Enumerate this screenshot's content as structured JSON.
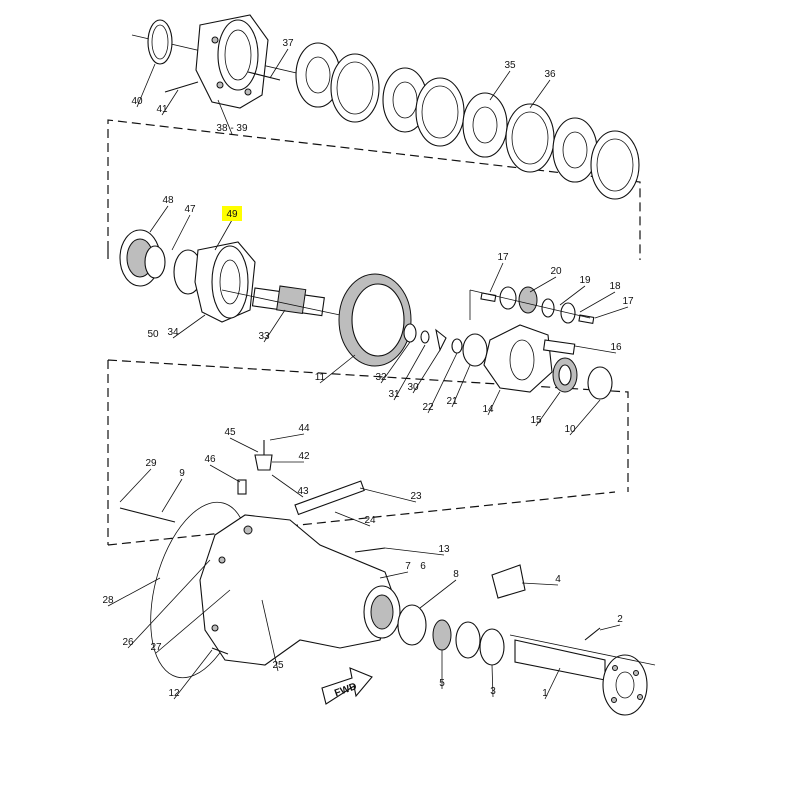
{
  "diagram": {
    "highlight_color": "#ffff00",
    "highlighted_callout": "49",
    "fwd_label": "FWD",
    "callouts": [
      {
        "id": "c1",
        "label": "1"
      },
      {
        "id": "c2",
        "label": "2"
      },
      {
        "id": "c3",
        "label": "3"
      },
      {
        "id": "c4",
        "label": "4"
      },
      {
        "id": "c5",
        "label": "5"
      },
      {
        "id": "c6",
        "label": "6"
      },
      {
        "id": "c7",
        "label": "7"
      },
      {
        "id": "c8",
        "label": "8"
      },
      {
        "id": "c9",
        "label": "9"
      },
      {
        "id": "c10",
        "label": "10"
      },
      {
        "id": "c11",
        "label": "11"
      },
      {
        "id": "c12",
        "label": "12"
      },
      {
        "id": "c13",
        "label": "13"
      },
      {
        "id": "c14",
        "label": "14"
      },
      {
        "id": "c15",
        "label": "15"
      },
      {
        "id": "c16",
        "label": "16"
      },
      {
        "id": "c17a",
        "label": "17"
      },
      {
        "id": "c17b",
        "label": "17"
      },
      {
        "id": "c18",
        "label": "18"
      },
      {
        "id": "c19",
        "label": "19"
      },
      {
        "id": "c20",
        "label": "20"
      },
      {
        "id": "c21",
        "label": "21"
      },
      {
        "id": "c22",
        "label": "22"
      },
      {
        "id": "c23",
        "label": "23"
      },
      {
        "id": "c24",
        "label": "24"
      },
      {
        "id": "c25",
        "label": "25"
      },
      {
        "id": "c26",
        "label": "26"
      },
      {
        "id": "c27",
        "label": "27"
      },
      {
        "id": "c28",
        "label": "28"
      },
      {
        "id": "c29",
        "label": "29"
      },
      {
        "id": "c30",
        "label": "30"
      },
      {
        "id": "c31",
        "label": "31"
      },
      {
        "id": "c32",
        "label": "32"
      },
      {
        "id": "c33",
        "label": "33"
      },
      {
        "id": "c34",
        "label": "34"
      },
      {
        "id": "c35",
        "label": "35"
      },
      {
        "id": "c36",
        "label": "36"
      },
      {
        "id": "c37",
        "label": "37"
      },
      {
        "id": "c3839",
        "label": "38 - 39"
      },
      {
        "id": "c40",
        "label": "40"
      },
      {
        "id": "c41",
        "label": "41"
      },
      {
        "id": "c42",
        "label": "42"
      },
      {
        "id": "c43",
        "label": "43"
      },
      {
        "id": "c44",
        "label": "44"
      },
      {
        "id": "c45",
        "label": "45"
      },
      {
        "id": "c46",
        "label": "46"
      },
      {
        "id": "c47",
        "label": "47"
      },
      {
        "id": "c48",
        "label": "48"
      },
      {
        "id": "c49",
        "label": "49"
      },
      {
        "id": "c50",
        "label": "50"
      }
    ]
  }
}
